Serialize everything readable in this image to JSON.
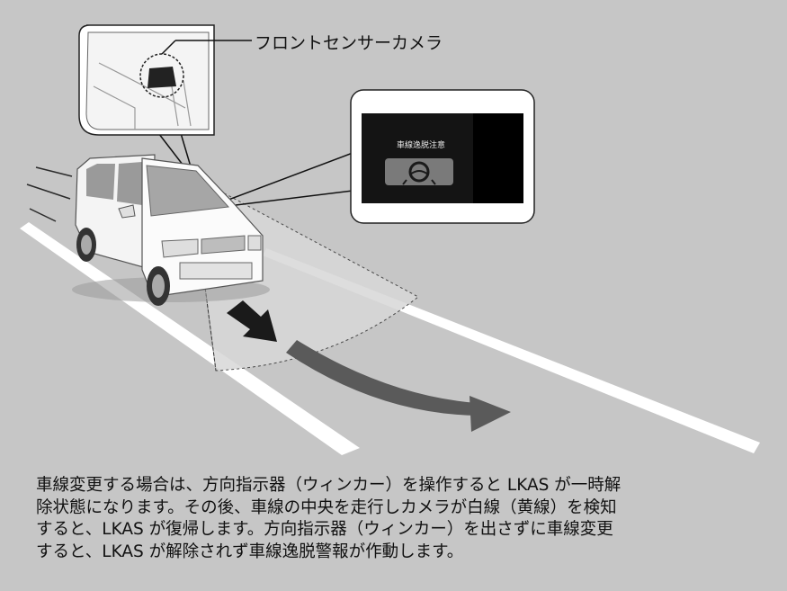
{
  "labels": {
    "front_sensor_camera": "フロントセンサーカメラ",
    "warning_title": "車線逸脱注意"
  },
  "caption": {
    "lines": [
      "車線変更する場合は、方向指示器（ウィンカー）を操作すると LKAS が一時解",
      "除状態になります。その後、車線の中央を走行しカメラが白線（黄線）を検知",
      "すると、LKAS が復帰します。方向指示器（ウィンカー）を出さずに車線変更",
      "すると、LKAS が解除されず車線逸脱警報が作動します。"
    ]
  },
  "colors": {
    "background": "#c6c6c6",
    "road_line": "#ffffff",
    "arrow_dark": "#1a1a1a",
    "arrow_gray": "#5a5a5a",
    "display_bg": "#141414"
  },
  "icons": [
    "front-sensor-camera-icon",
    "lane-departure-warning-icon",
    "steering-wheel-icon"
  ]
}
